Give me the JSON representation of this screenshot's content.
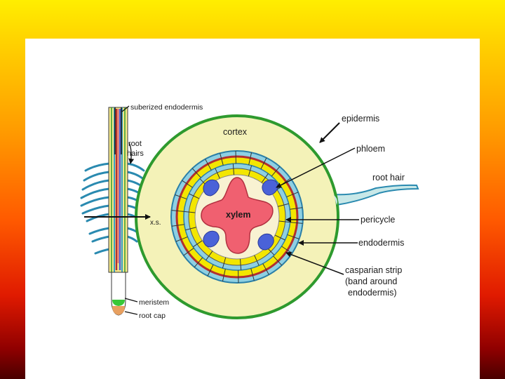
{
  "background": {
    "gradient_colors": [
      "#ffee00",
      "#ff9a00",
      "#e01a00",
      "#4a0000"
    ],
    "panel_color": "#ffffff"
  },
  "diagram": {
    "colors": {
      "epidermis": "#2e9a2e",
      "cortex": "#f4f2b8",
      "endodermis": "#f3e600",
      "casparian": "#b23030",
      "pericycle": "#3aa0c8",
      "vascular": "#f8f2d2",
      "xylem": "#f06070",
      "phloem": "#4a62d8",
      "meristem": "#38c838",
      "root_cap": "#e8a060"
    },
    "labels": {
      "suberized_endodermis": "suberized endodermis",
      "root_hairs_line1": "root",
      "root_hairs_line2": "hairs",
      "cross_section": "x.s.",
      "meristem": "meristem",
      "root_cap": "root cap",
      "cortex": "cortex",
      "xylem": "xylem",
      "epidermis": "epidermis",
      "phloem": "phloem",
      "root_hair": "root hair",
      "pericycle": "pericycle",
      "endodermis": "endodermis",
      "casparian_line1": "casparian strip",
      "casparian_line2": "(band around",
      "casparian_line3": "endodermis)"
    }
  }
}
